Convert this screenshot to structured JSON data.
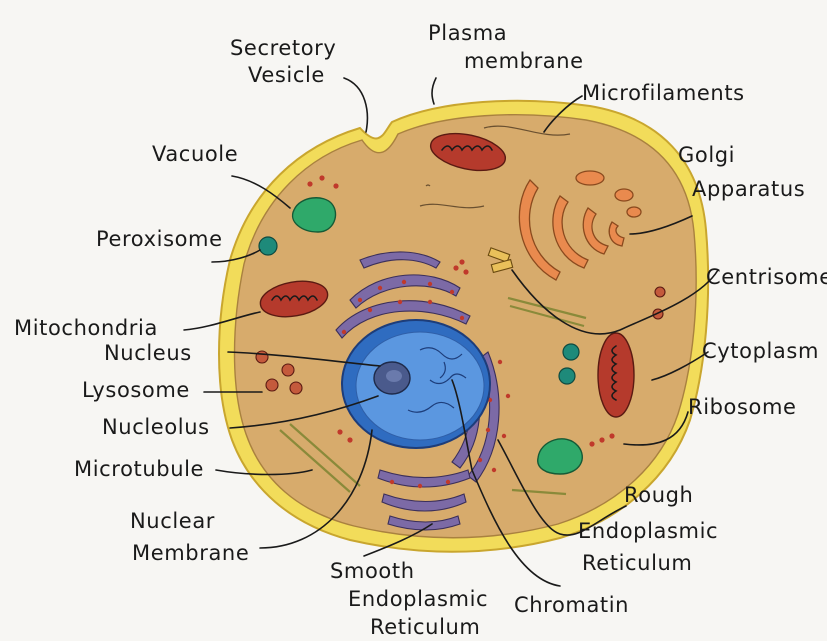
{
  "labels": {
    "secretory_vesicle": [
      "Secretory",
      "Vesicle"
    ],
    "plasma_membrane": [
      "Plasma",
      "membrane"
    ],
    "microfilaments": "Microfilaments",
    "vacuole": "Vacuole",
    "golgi": [
      "Golgi",
      "Apparatus"
    ],
    "peroxisome": "Peroxisome",
    "centrisome": "Centrisome",
    "mitochondria": "Mitochondria",
    "nucleus": "Nucleus",
    "cytoplasm": "Cytoplasm",
    "lysosome": "Lysosome",
    "ribosome": "Ribosome",
    "nucleolus": "Nucleolus",
    "microtubule": "Microtubule",
    "nuclear_membrane": [
      "Nuclear",
      "Membrane"
    ],
    "rough_er": [
      "Rough",
      "Endoplasmic",
      "Reticulum"
    ],
    "smooth_er": [
      "Smooth",
      "Endoplasmic",
      "Reticulum"
    ],
    "chromatin": "Chromatin"
  },
  "colors": {
    "membrane": "#f2dc5a",
    "membrane_edge": "#d9b93a",
    "cytoplasm": "#d7ab6c",
    "nucleus": "#3f7fd4",
    "nucleus_inner": "#5b97e0",
    "nucleolus": "#4a5a8c",
    "mitochondria": "#b53a2c",
    "vacuole": "#2fa96a",
    "golgi": "#e98a4e",
    "er": "#7c6aa6",
    "ribosome_dot": "#c0392b",
    "peroxisome": "#1e8a7a"
  }
}
